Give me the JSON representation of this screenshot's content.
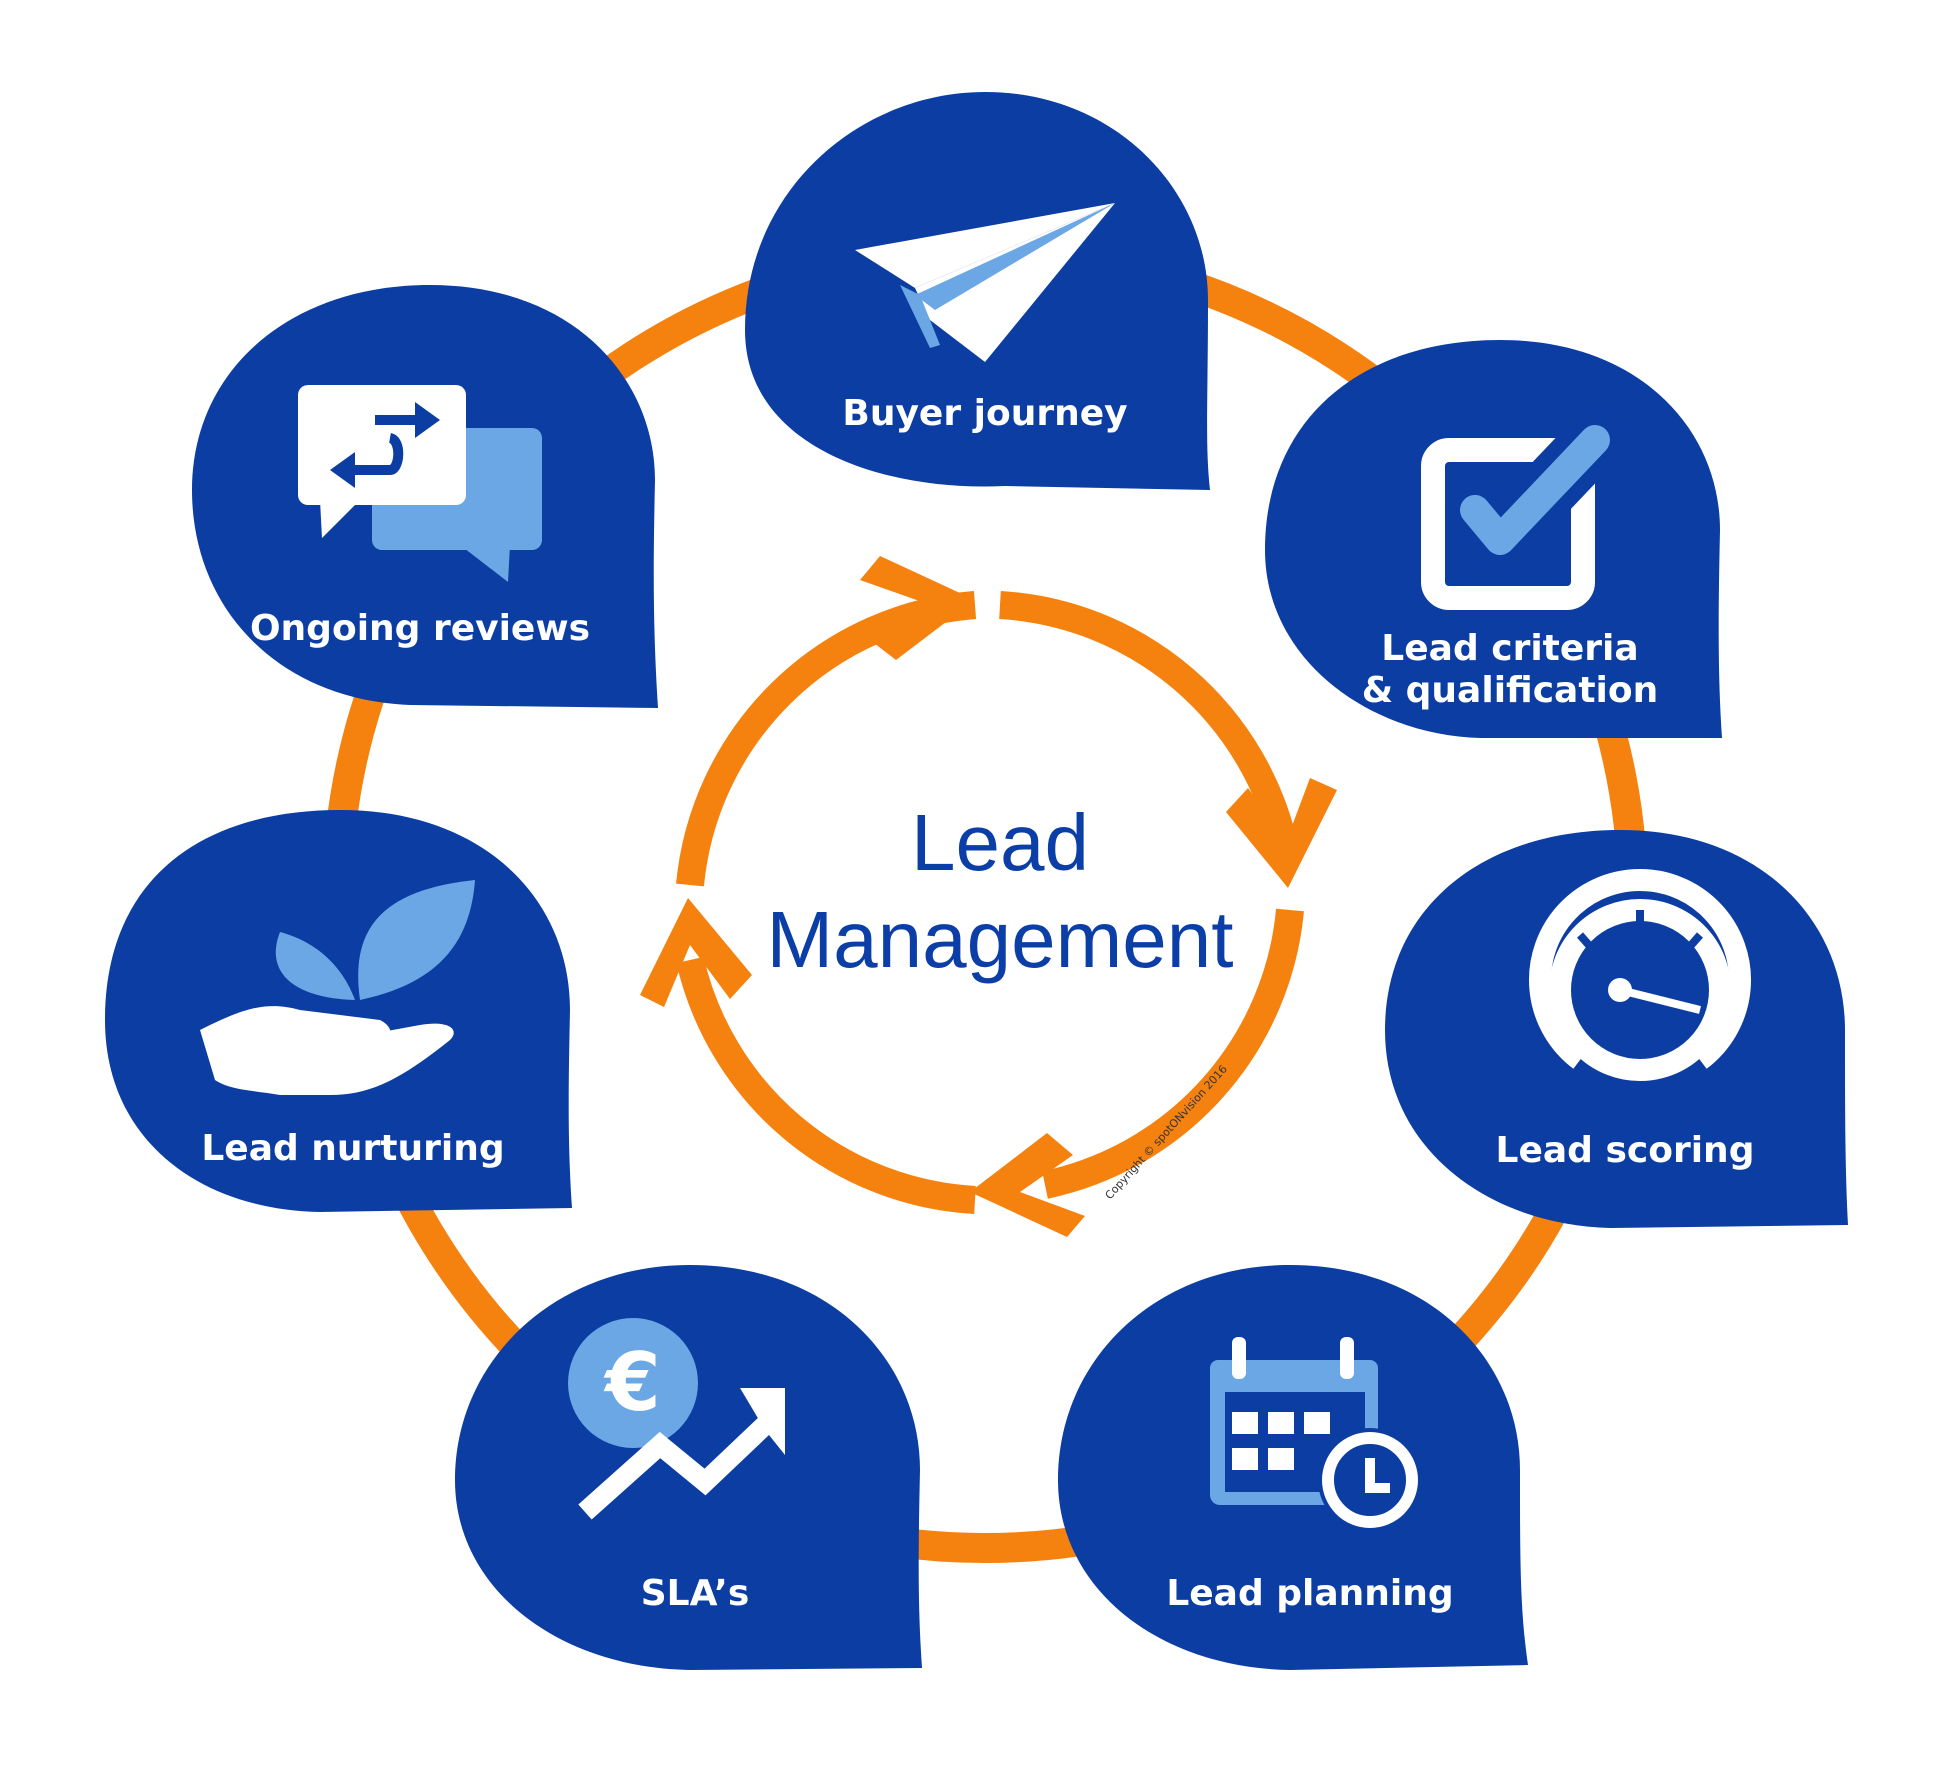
{
  "center": {
    "line1": "Lead",
    "line2": "Management"
  },
  "bubbles": [
    {
      "id": "buyer-journey",
      "label_lines": [
        "Buyer journey"
      ],
      "icon": "paper-plane-icon"
    },
    {
      "id": "lead-criteria",
      "label_lines": [
        "Lead criteria",
        "& qualification"
      ],
      "icon": "checkbox-icon"
    },
    {
      "id": "lead-scoring",
      "label_lines": [
        "Lead scoring"
      ],
      "icon": "speedometer-icon"
    },
    {
      "id": "lead-planning",
      "label_lines": [
        "Lead planning"
      ],
      "icon": "calendar-clock-icon"
    },
    {
      "id": "slas",
      "label_lines": [
        "SLA’s"
      ],
      "icon": "euro-growth-icon"
    },
    {
      "id": "lead-nurturing",
      "label_lines": [
        "Lead nurturing"
      ],
      "icon": "hand-plant-icon"
    },
    {
      "id": "ongoing-reviews",
      "label_lines": [
        "Ongoing reviews"
      ],
      "icon": "chat-exchange-icon"
    }
  ],
  "copyright": "Copyright © spotONvision 2016",
  "colors": {
    "bubble": "#0b3da3",
    "accent_light": "#6aa7e4",
    "ring": "#f5820f",
    "white": "#ffffff",
    "center_text": "#0b3ea6"
  }
}
